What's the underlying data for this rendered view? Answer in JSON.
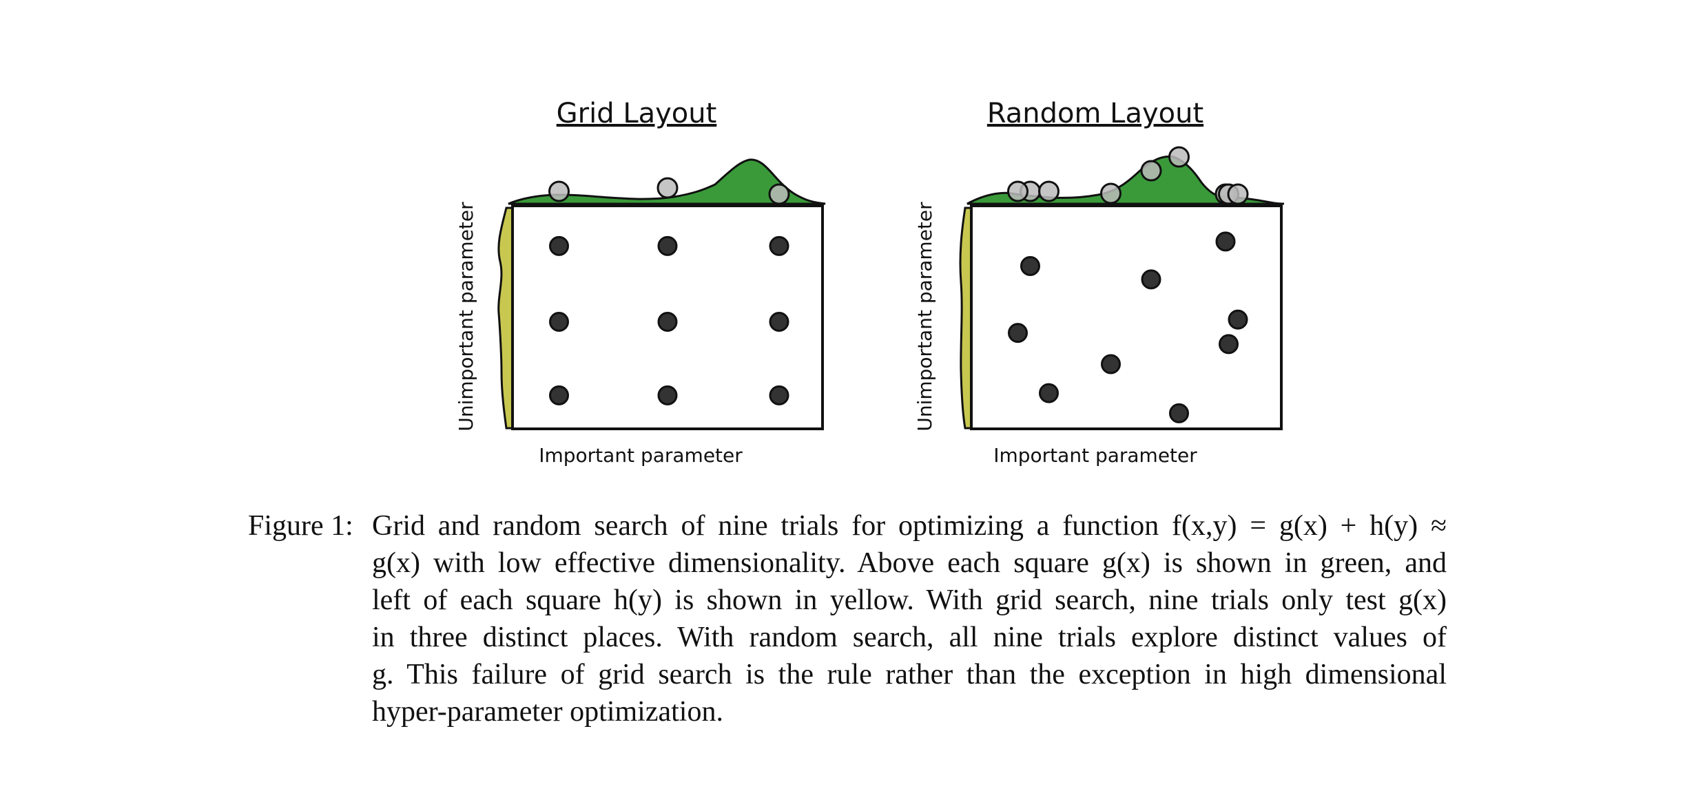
{
  "panels": [
    {
      "title": "Grid Layout",
      "xlabel": "Important parameter",
      "ylabel": "Unimportant parameter",
      "points": [
        [
          0.15,
          0.82
        ],
        [
          0.5,
          0.82
        ],
        [
          0.86,
          0.82
        ],
        [
          0.15,
          0.48
        ],
        [
          0.5,
          0.48
        ],
        [
          0.86,
          0.48
        ],
        [
          0.15,
          0.15
        ],
        [
          0.5,
          0.15
        ],
        [
          0.86,
          0.15
        ]
      ]
    },
    {
      "title": "Random Layout",
      "xlabel": "Important parameter",
      "ylabel": "Unimportant parameter",
      "points": [
        [
          0.19,
          0.73
        ],
        [
          0.58,
          0.67
        ],
        [
          0.82,
          0.84
        ],
        [
          0.15,
          0.43
        ],
        [
          0.45,
          0.29
        ],
        [
          0.83,
          0.38
        ],
        [
          0.86,
          0.49
        ],
        [
          0.25,
          0.16
        ],
        [
          0.67,
          0.07
        ]
      ]
    }
  ],
  "colors": {
    "g_curve": "#3a9a3a",
    "h_curve": "#c8c850",
    "point": "#333333",
    "marker": "#bbbbbb"
  },
  "caption": {
    "label": "Figure 1:",
    "lines": [
      "Grid and random search of nine trials for optimizing a function f(x,y) = g(x) + h(y) ≈",
      "g(x) with low effective dimensionality. Above each square g(x) is shown in green, and",
      "left of each square h(y) is shown in yellow. With grid search, nine trials only test g(x)",
      "in three distinct places. With random search, all nine trials explore distinct values of",
      "g. This failure of grid search is the rule rather than the exception in high dimensional",
      "hyper-parameter optimization."
    ]
  }
}
